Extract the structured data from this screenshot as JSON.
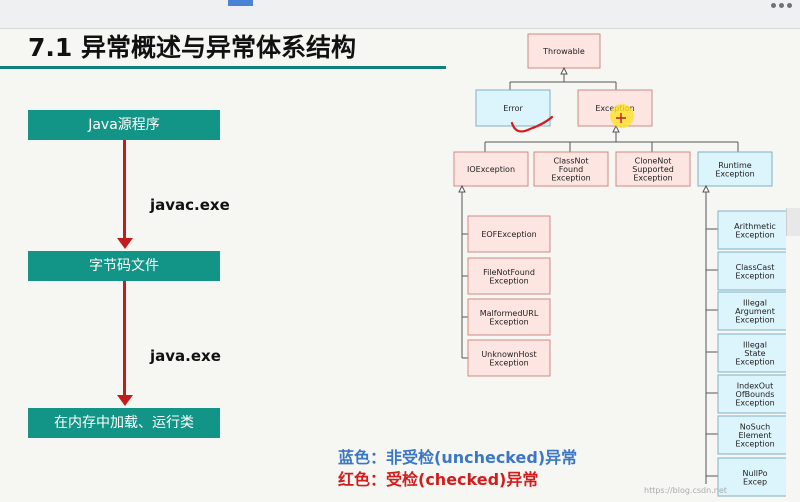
{
  "slide": {
    "title": "7.1 异常概述与异常体系结构"
  },
  "flow": {
    "steps": [
      "Java源程序",
      "字节码文件",
      "在内存中加载、运行类"
    ],
    "arrow_labels": [
      "javac.exe",
      "java.exe"
    ]
  },
  "hierarchy": {
    "root": "Throwable",
    "level1": [
      {
        "name": "Error",
        "checked": false
      },
      {
        "name": "Exception",
        "checked": true
      }
    ],
    "level2": [
      {
        "name": "IOException",
        "checked": true
      },
      {
        "name": "ClassNot\nFound\nException",
        "checked": true
      },
      {
        "name": "CloneNot\nSupported\nException",
        "checked": true
      },
      {
        "name": "Runtime\nException",
        "checked": false
      }
    ],
    "io_children": [
      "EOFException",
      "FileNotFound\nException",
      "MalformedURL\nException",
      "UnknownHost\nException"
    ],
    "runtime_children": [
      "Arithmetic\nException",
      "ClassCast\nException",
      "Illegal\nArgument\nException",
      "Illegal\nState\nException",
      "IndexOut\nOfBounds\nException",
      "NoSuch\nElement\nException",
      "NullPo\nExcep"
    ]
  },
  "legend": {
    "unchecked": "蓝色：非受检(unchecked)异常",
    "checked": "红色：受检(checked)异常"
  },
  "watermark": "https://blog.csdn.net",
  "colors": {
    "teal": "#129587",
    "arrow_red": "#c21d1d",
    "checked_fill": "#fde5e2",
    "checked_stroke": "#cf8b84",
    "unchecked_fill": "#dcf4fb",
    "unchecked_stroke": "#7fb1c3",
    "root_fill": "#fde5e2",
    "highlight": "#ffe227"
  }
}
